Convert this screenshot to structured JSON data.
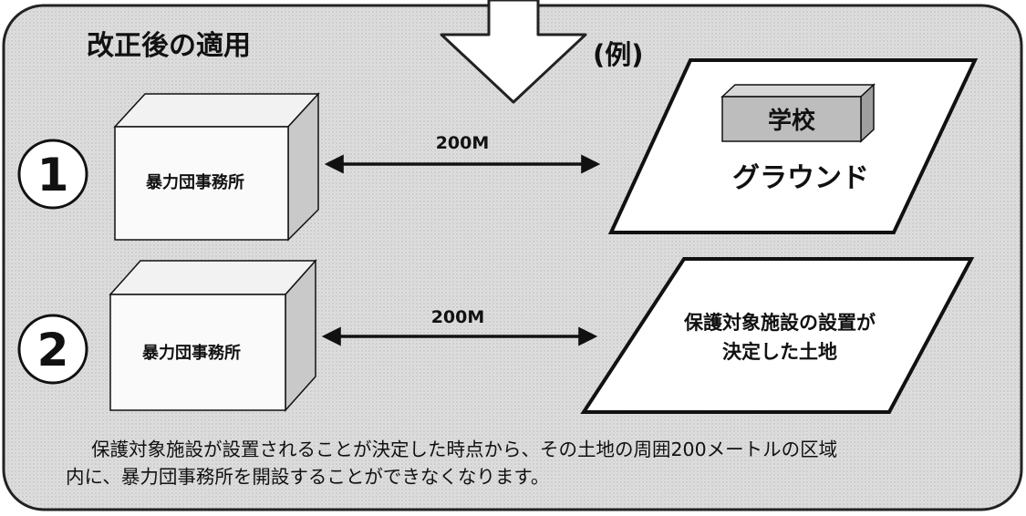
{
  "panel": {
    "title": "改正後の適用",
    "example_label": "(例)"
  },
  "case1": {
    "number": "1",
    "office_label": "暴力団事務所",
    "distance_label": "200M",
    "school_label": "学校",
    "ground_label": "グラウンド"
  },
  "case2": {
    "number": "2",
    "office_label": "暴力団事務所",
    "distance_label": "200M",
    "land_line1": "保護対象施設の設置が",
    "land_line2": "決定した土地"
  },
  "note": {
    "line1": "保護対象施設が設置されることが決定した時点から、その土地の周囲200メートルの区域",
    "line2": "内に、暴力団事務所を開設することができなくなります。"
  },
  "colors": {
    "panel_fill": "#dcdcdc",
    "box_fill": "#fafafa",
    "box_side": "#c9c9c9",
    "school_fill": "#bdbdbd",
    "arrow_fill": "#ffffff",
    "stroke": "#111111"
  }
}
